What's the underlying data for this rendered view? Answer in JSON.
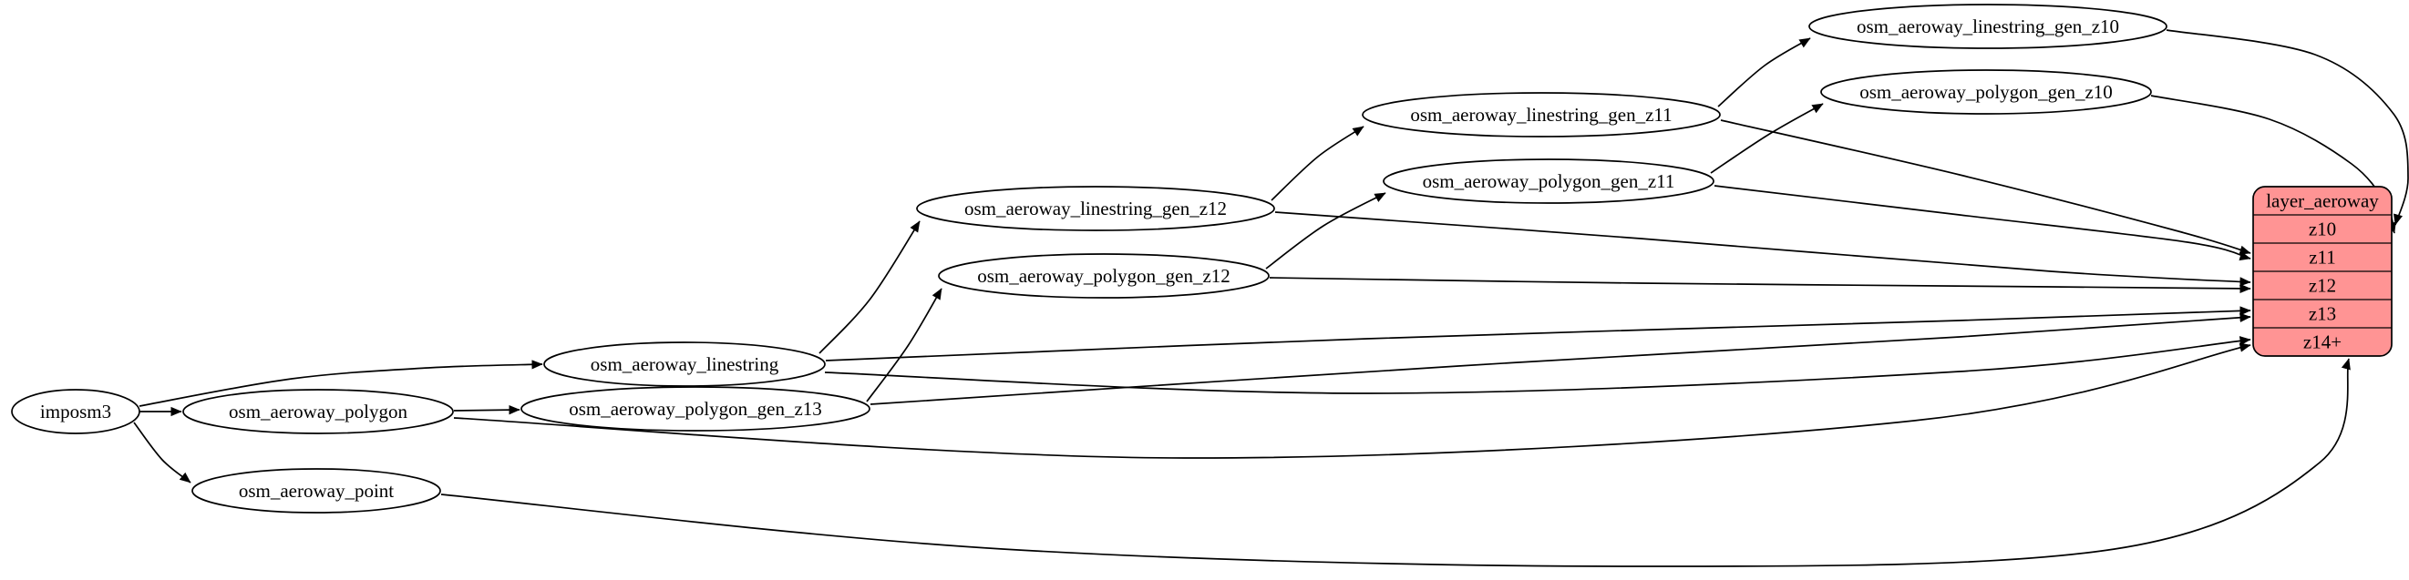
{
  "graph": {
    "colors": {
      "background": "#ffffff",
      "node_fill": "#ffffff",
      "node_stroke": "#000000",
      "edge": "#000000",
      "record_fill": "#ff9494",
      "record_stroke": "#000000",
      "text": "#000000"
    },
    "nodes": [
      {
        "id": "imposm3",
        "label": "imposm3"
      },
      {
        "id": "osm_aeroway_polygon",
        "label": "osm_aeroway_polygon"
      },
      {
        "id": "osm_aeroway_point",
        "label": "osm_aeroway_point"
      },
      {
        "id": "osm_aeroway_linestring",
        "label": "osm_aeroway_linestring"
      },
      {
        "id": "osm_aeroway_polygon_gen_z13",
        "label": "osm_aeroway_polygon_gen_z13"
      },
      {
        "id": "osm_aeroway_linestring_gen_z12",
        "label": "osm_aeroway_linestring_gen_z12"
      },
      {
        "id": "osm_aeroway_polygon_gen_z12",
        "label": "osm_aeroway_polygon_gen_z12"
      },
      {
        "id": "osm_aeroway_linestring_gen_z11",
        "label": "osm_aeroway_linestring_gen_z11"
      },
      {
        "id": "osm_aeroway_polygon_gen_z11",
        "label": "osm_aeroway_polygon_gen_z11"
      },
      {
        "id": "osm_aeroway_linestring_gen_z10",
        "label": "osm_aeroway_linestring_gen_z10"
      },
      {
        "id": "osm_aeroway_polygon_gen_z10",
        "label": "osm_aeroway_polygon_gen_z10"
      }
    ],
    "record": {
      "id": "layer_aeroway",
      "title": "layer_aeroway",
      "rows": [
        "z10",
        "z11",
        "z12",
        "z13",
        "z14+"
      ]
    },
    "edges": [
      {
        "from": "imposm3",
        "to": "osm_aeroway_linestring"
      },
      {
        "from": "imposm3",
        "to": "osm_aeroway_polygon"
      },
      {
        "from": "imposm3",
        "to": "osm_aeroway_point"
      },
      {
        "from": "osm_aeroway_polygon",
        "to": "osm_aeroway_polygon_gen_z13"
      },
      {
        "from": "osm_aeroway_linestring",
        "to": "osm_aeroway_linestring_gen_z12"
      },
      {
        "from": "osm_aeroway_linestring_gen_z12",
        "to": "osm_aeroway_linestring_gen_z11"
      },
      {
        "from": "osm_aeroway_linestring_gen_z11",
        "to": "osm_aeroway_linestring_gen_z10"
      },
      {
        "from": "osm_aeroway_polygon_gen_z13",
        "to": "osm_aeroway_polygon_gen_z12"
      },
      {
        "from": "osm_aeroway_polygon_gen_z12",
        "to": "osm_aeroway_polygon_gen_z11"
      },
      {
        "from": "osm_aeroway_polygon_gen_z11",
        "to": "osm_aeroway_polygon_gen_z10"
      },
      {
        "from": "osm_aeroway_linestring_gen_z10",
        "to": "layer_aeroway:z10"
      },
      {
        "from": "osm_aeroway_polygon_gen_z10",
        "to": "layer_aeroway:z10"
      },
      {
        "from": "osm_aeroway_linestring_gen_z11",
        "to": "layer_aeroway:z11"
      },
      {
        "from": "osm_aeroway_polygon_gen_z11",
        "to": "layer_aeroway:z11"
      },
      {
        "from": "osm_aeroway_linestring_gen_z12",
        "to": "layer_aeroway:z12"
      },
      {
        "from": "osm_aeroway_polygon_gen_z12",
        "to": "layer_aeroway:z12"
      },
      {
        "from": "osm_aeroway_linestring",
        "to": "layer_aeroway:z13"
      },
      {
        "from": "osm_aeroway_polygon_gen_z13",
        "to": "layer_aeroway:z13"
      },
      {
        "from": "osm_aeroway_linestring",
        "to": "layer_aeroway:z14+"
      },
      {
        "from": "osm_aeroway_polygon",
        "to": "layer_aeroway:z14+"
      },
      {
        "from": "osm_aeroway_point",
        "to": "layer_aeroway:z14+"
      }
    ]
  }
}
